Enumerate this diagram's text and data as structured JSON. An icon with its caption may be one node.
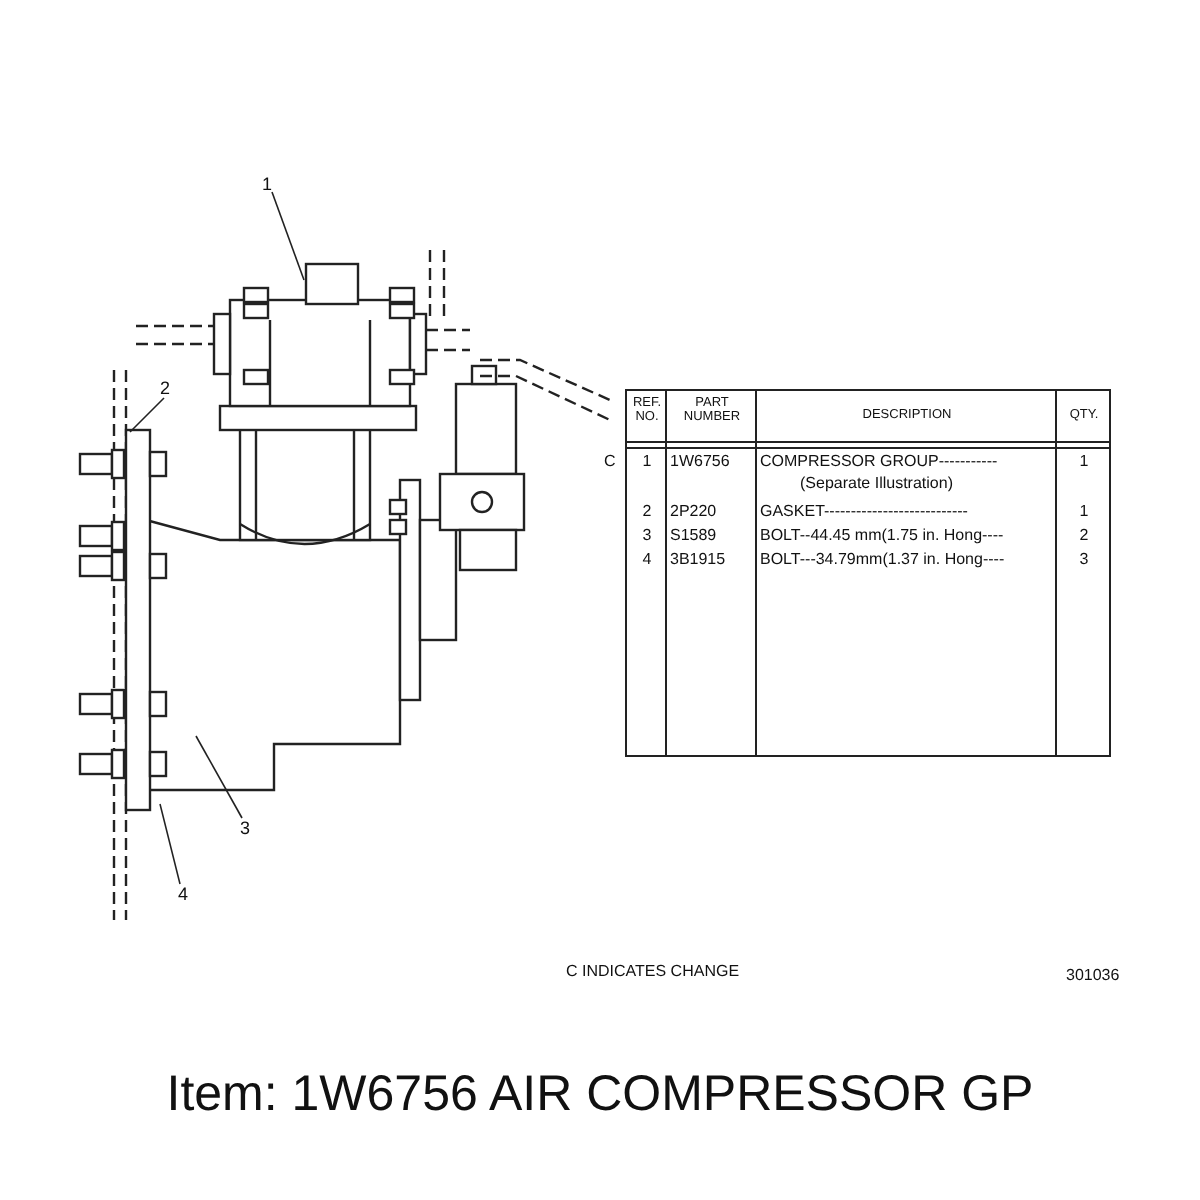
{
  "diagram": {
    "title": "Item: 1W6756 AIR COMPRESSOR GP",
    "nodes": [
      {
        "text": [
          "1"
        ]
      },
      {
        "text": [
          "2"
        ]
      },
      {
        "text": [
          "3"
        ]
      },
      {
        "text": [
          "4"
        ]
      }
    ],
    "edges": [
      {
        "from": 0,
        "to": null,
        "arrow": "none"
      },
      {
        "from": 1,
        "to": null,
        "arrow": "none"
      },
      {
        "from": 2,
        "to": null,
        "arrow": "none"
      },
      {
        "from": 3,
        "to": null,
        "arrow": "none"
      }
    ],
    "labels": [
      "REF. NO.",
      "PART NUMBER",
      "DESCRIPTION",
      "QTY.",
      "C",
      "1",
      "1W6756",
      "COMPRESSOR GROUP-----------",
      "(Separate Illustration)",
      "1",
      "2",
      "2P220",
      "GASKET---------------------------",
      "1",
      "3",
      "S1589",
      "BOLT--44.45 mm(1.75 in. Hong----",
      "2",
      "4",
      "3B1915",
      "BOLT---34.79mm(1.37 in. Hong----",
      "3",
      "C INDICATES CHANGE",
      "301036"
    ]
  }
}
